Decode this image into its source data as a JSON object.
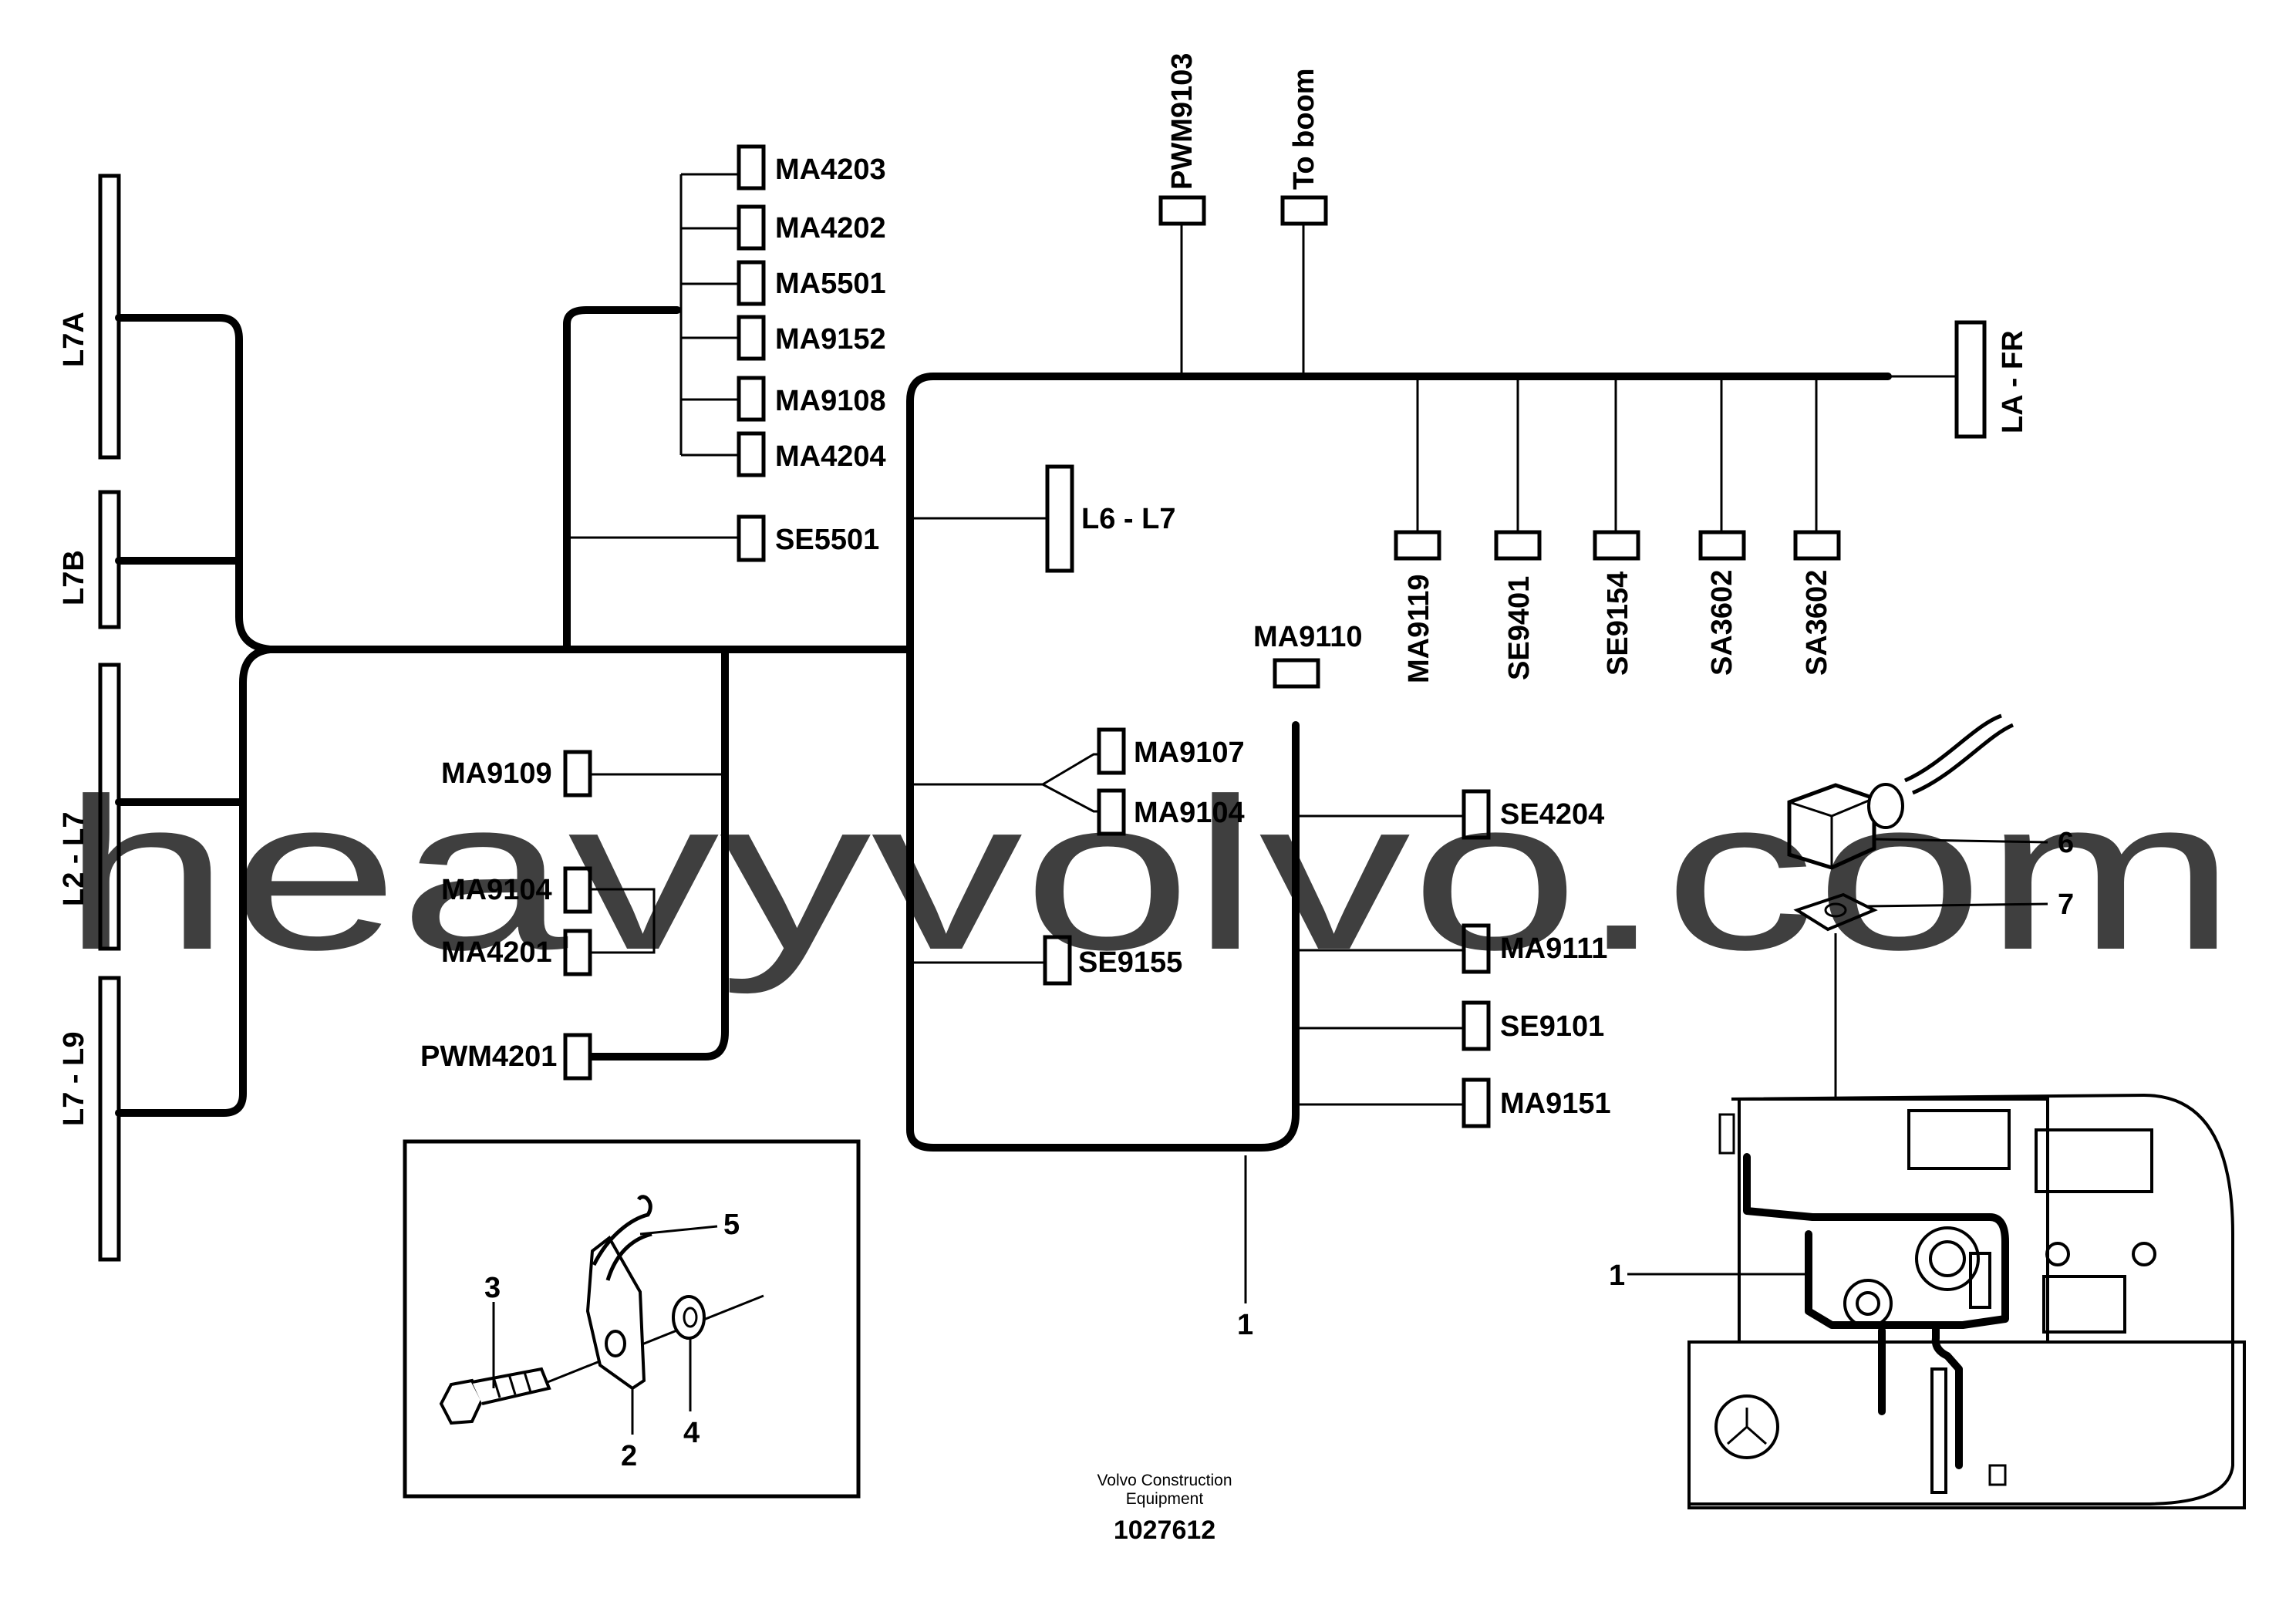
{
  "bus_connectors": {
    "l7a": "L7A",
    "l7b": "L7B",
    "l2_l7": "L2 - L7",
    "l7_l9": "L7 - L9",
    "l6_l7": "L6 - L7",
    "la_fr": "LA - FR"
  },
  "connectors": {
    "ma4203": "MA4203",
    "ma4202": "MA4202",
    "ma5501": "MA5501",
    "ma9152": "MA9152",
    "ma9108": "MA9108",
    "ma4204": "MA4204",
    "se5501": "SE5501",
    "pwm9103": "PWM9103",
    "to_boom": "To boom",
    "ma9119": "MA9119",
    "se9401": "SE9401",
    "se9154": "SE9154",
    "sa3602_a": "SA3602",
    "sa3602_b": "SA3602",
    "ma9110": "MA9110",
    "ma9109": "MA9109",
    "ma9104_left": "MA9104",
    "ma4201": "MA4201",
    "pwm4201": "PWM4201",
    "ma9107": "MA9107",
    "ma9104_right": "MA9104",
    "se9155": "SE9155",
    "se4204": "SE4204",
    "ma9111": "MA9111",
    "se9101": "SE9101",
    "ma9151": "MA9151"
  },
  "callouts": {
    "harness": "1",
    "harness_location": "1",
    "clip": "2",
    "bolt": "3",
    "washer": "4",
    "cable_tie": "5",
    "plug": "6",
    "gasket": "7"
  },
  "footer": {
    "publisher_line1": "Volvo Construction",
    "publisher_line2": "Equipment",
    "part_number": "1027612"
  },
  "watermark": "heavyvolvo.com"
}
